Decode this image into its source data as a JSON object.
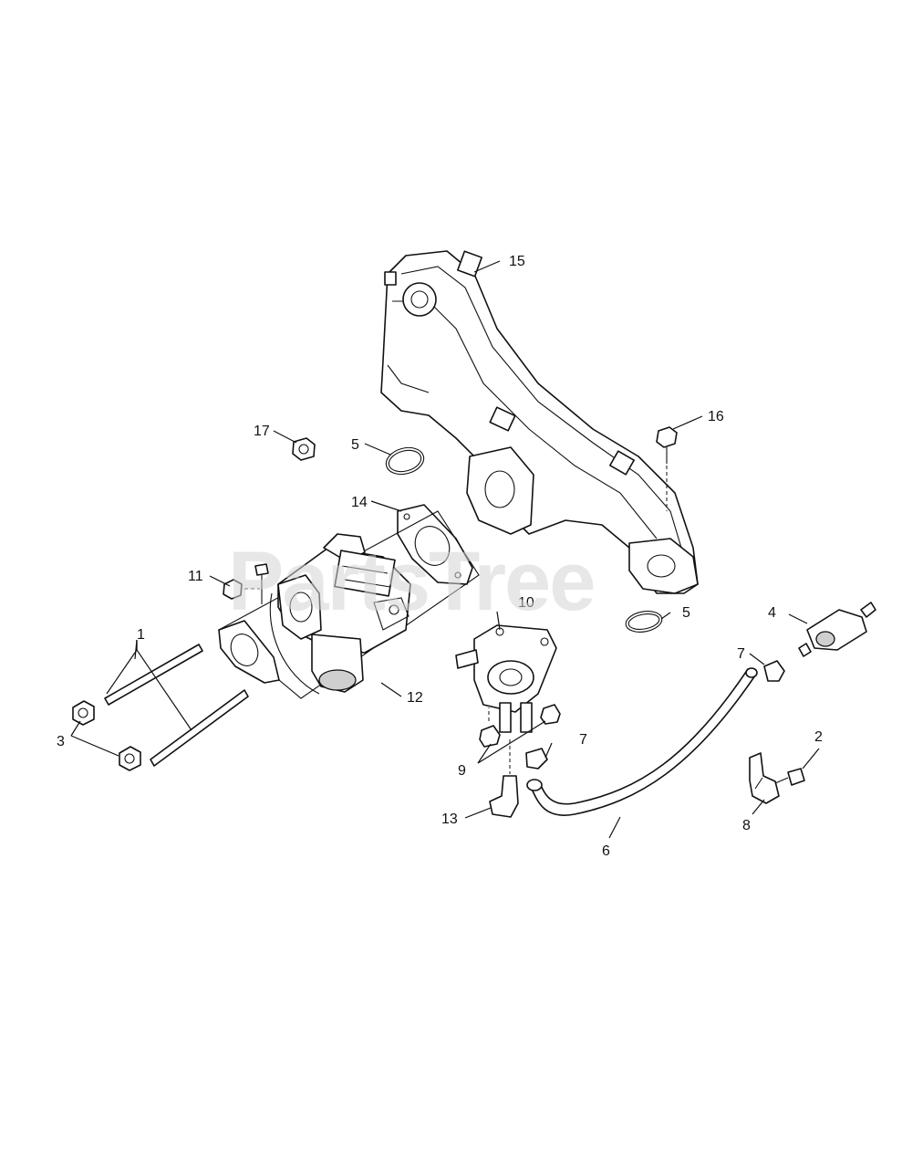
{
  "watermark": "PartsTree",
  "callouts": [
    {
      "id": "c1",
      "label": "1"
    },
    {
      "id": "c2",
      "label": "2"
    },
    {
      "id": "c3",
      "label": "3"
    },
    {
      "id": "c4",
      "label": "4"
    },
    {
      "id": "c5a",
      "label": "5"
    },
    {
      "id": "c5b",
      "label": "5"
    },
    {
      "id": "c6",
      "label": "6"
    },
    {
      "id": "c7a",
      "label": "7"
    },
    {
      "id": "c7b",
      "label": "7"
    },
    {
      "id": "c8",
      "label": "8"
    },
    {
      "id": "c9",
      "label": "9"
    },
    {
      "id": "c10",
      "label": "10"
    },
    {
      "id": "c11",
      "label": "11"
    },
    {
      "id": "c12",
      "label": "12"
    },
    {
      "id": "c13",
      "label": "13"
    },
    {
      "id": "c14",
      "label": "14"
    },
    {
      "id": "c15",
      "label": "15"
    },
    {
      "id": "c16",
      "label": "16"
    },
    {
      "id": "c17",
      "label": "17"
    }
  ]
}
